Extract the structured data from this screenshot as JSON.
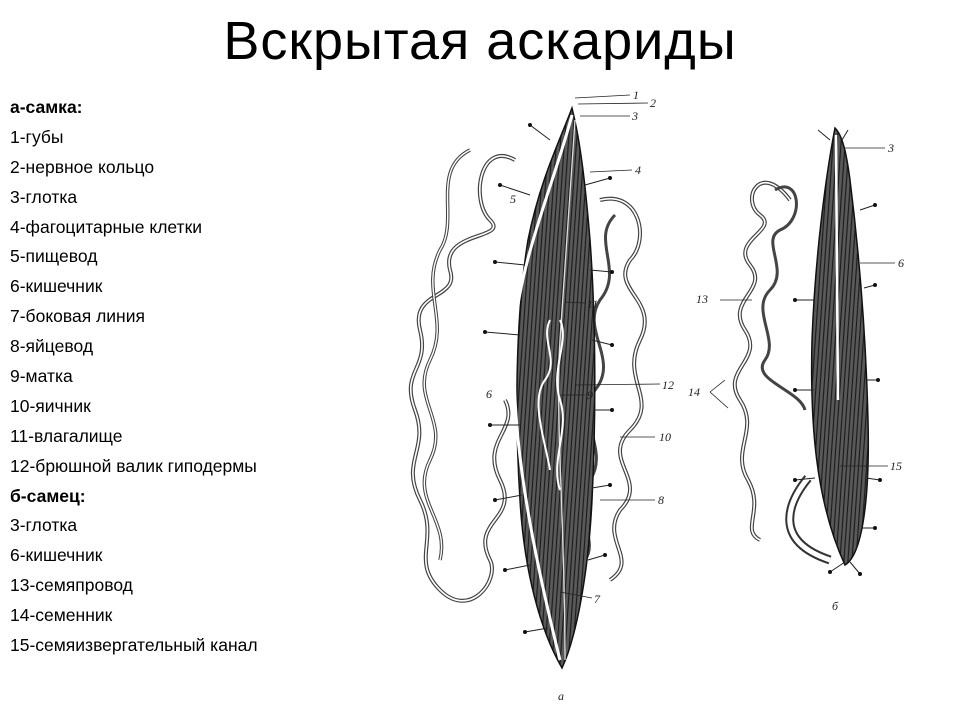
{
  "slide": {
    "title": "Вскрытая  аскариды"
  },
  "legend": [
    {
      "text": "а-самка:",
      "heading": true
    },
    {
      "text": "1-губы"
    },
    {
      "text": "2-нервное кольцо"
    },
    {
      "text": "3-глотка"
    },
    {
      "text": "4-фагоцитарные клетки"
    },
    {
      "text": "5-пищевод"
    },
    {
      "text": "6-кишечник"
    },
    {
      "text": "7-боковая линия"
    },
    {
      "text": "8-яйцевод"
    },
    {
      "text": "9-матка"
    },
    {
      "text": "10-яичник"
    },
    {
      "text": "11-влагалище"
    },
    {
      "text": "12-брюшной валик гиподермы"
    },
    {
      "text": "б-самец:",
      "heading": true
    },
    {
      "text": "3-глотка"
    },
    {
      "text": "6-кишечник"
    },
    {
      "text": "13-семяпровод"
    },
    {
      "text": "14-семенник"
    },
    {
      "text": "15-семяизвергательный канал"
    }
  ],
  "figure": {
    "female_letter": "а",
    "male_letter": "б",
    "female_labels": [
      "1",
      "2",
      "3",
      "4",
      "5",
      "11",
      "12",
      "9",
      "6",
      "10",
      "8",
      "7"
    ],
    "male_labels": [
      "3",
      "6",
      "13",
      "14",
      "15"
    ]
  }
}
